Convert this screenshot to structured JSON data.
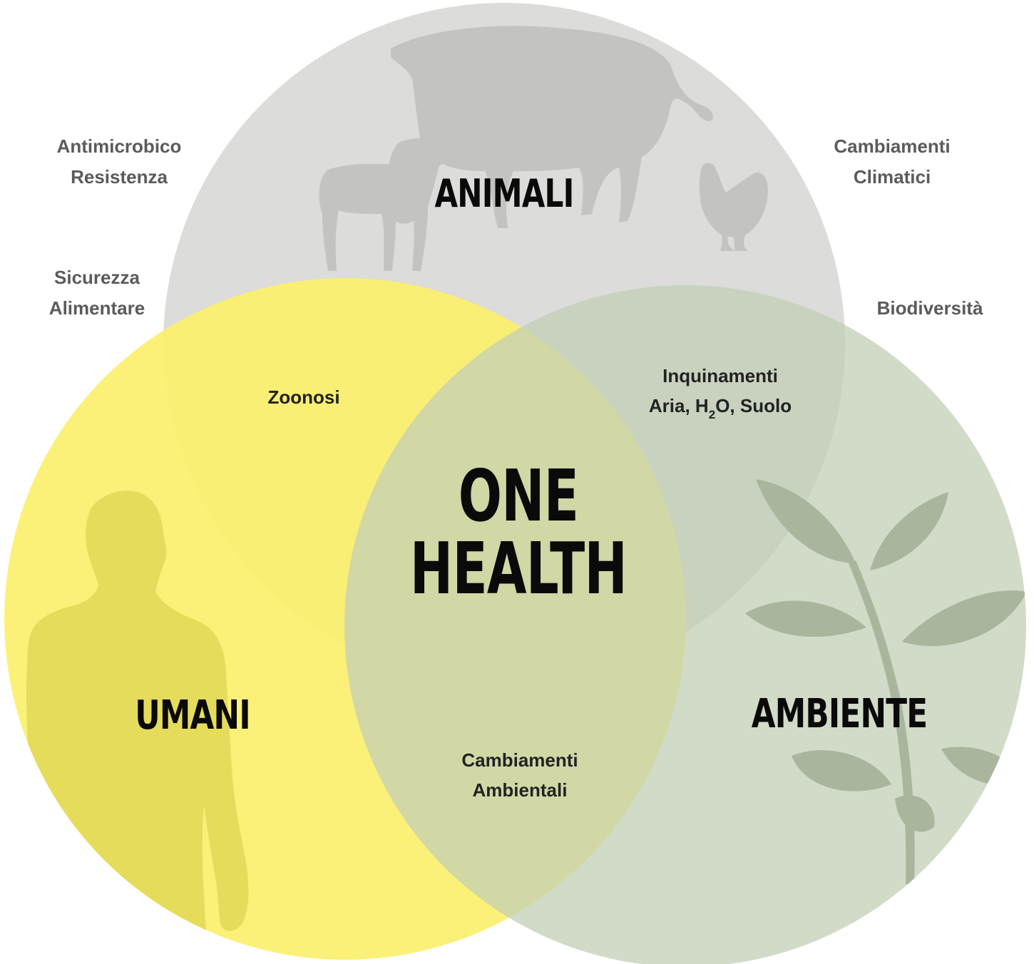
{
  "colors": {
    "animali": "#dcdcda",
    "umani": "#fbf06d",
    "ambiente": "#c3cfb5",
    "silhouette": "#a9a9a6",
    "outer_text": "#5b5b5b",
    "inner_text": "#222222",
    "title_text": "#0a0a0a"
  },
  "icons": [
    "cow-icon",
    "sheep-icon",
    "chicken-icon",
    "human-icon",
    "plant-icon"
  ],
  "circles": {
    "animali": {
      "label": "ANIMALI"
    },
    "umani": {
      "label": "UMANI"
    },
    "ambiente": {
      "label": "AMBIENTE"
    }
  },
  "center": {
    "line1": "ONE",
    "line2": "HEALTH"
  },
  "overlaps": {
    "zoonosi": "Zoonosi",
    "inquinamenti": {
      "line1": "Inquinamenti",
      "line2_a": "Aria, H",
      "line2_sub": "2",
      "line2_b": "O, Suolo"
    },
    "cambiamenti_ambientali": {
      "line1": "Cambiamenti",
      "line2": "Ambientali"
    }
  },
  "outer": {
    "antimicrobico": {
      "line1": "Antimicrobico",
      "line2": "Resistenza"
    },
    "sicurezza": {
      "line1": "Sicurezza",
      "line2": "Alimentare"
    },
    "climatici": {
      "line1": "Cambiamenti",
      "line2": "Climatici"
    },
    "biodiversita": "Biodiversità"
  }
}
